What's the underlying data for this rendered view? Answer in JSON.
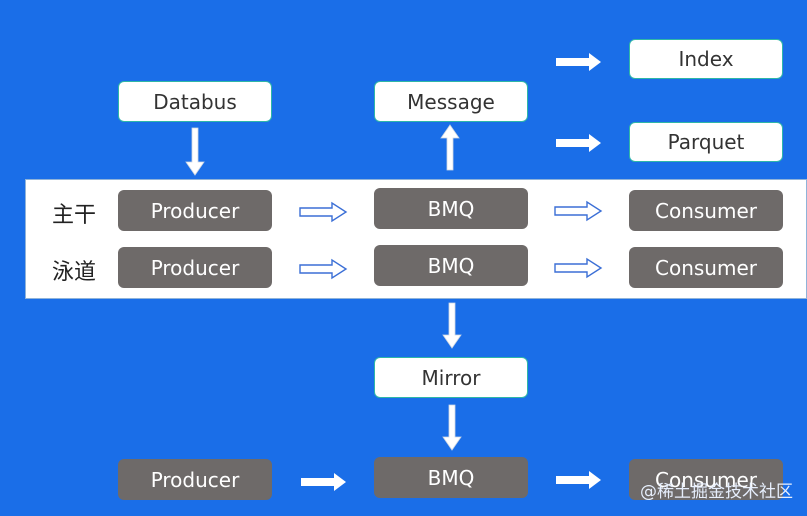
{
  "top": {
    "databus": "Databus",
    "message": "Message",
    "index": "Index",
    "parquet": "Parquet"
  },
  "lanes": [
    {
      "label": "主干",
      "producer": "Producer",
      "bmq": "BMQ",
      "consumer": "Consumer"
    },
    {
      "label": "泳道",
      "producer": "Producer",
      "bmq": "BMQ",
      "consumer": "Consumer"
    }
  ],
  "mirror": "Mirror",
  "bottom": {
    "producer": "Producer",
    "bmq": "BMQ",
    "consumer": "Consumer"
  },
  "watermark": "@稀土掘金技术社区",
  "colors": {
    "background": "#1a6ee8",
    "node_gray": "#6e6a69",
    "node_white": "#ffffff",
    "node_border": "#2fb6a8"
  }
}
